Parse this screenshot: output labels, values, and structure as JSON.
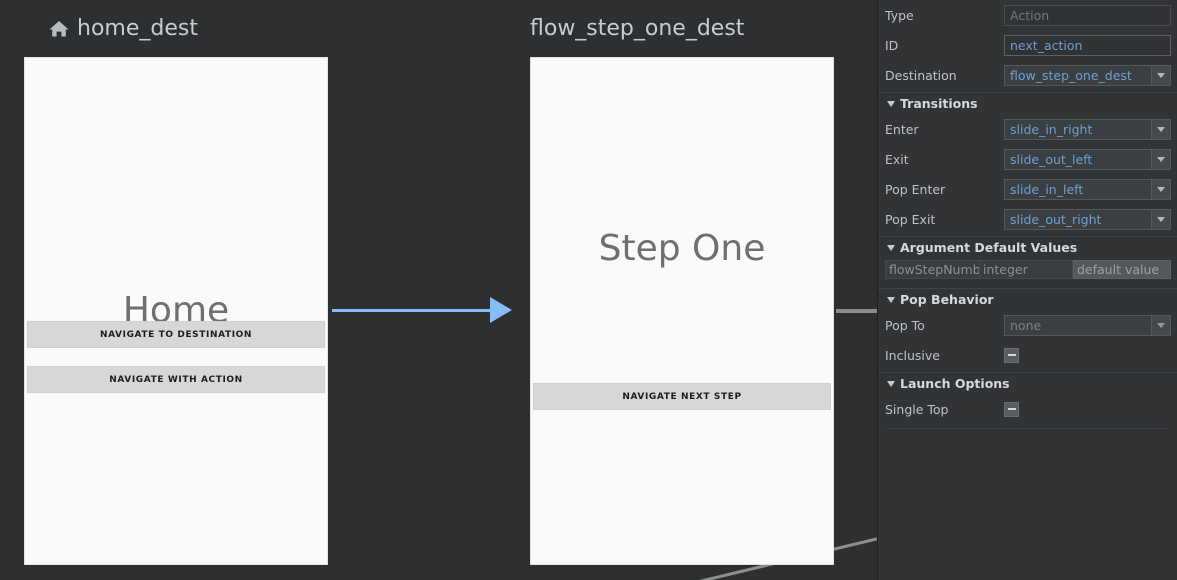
{
  "canvas": {
    "destinations": [
      {
        "id": "dest-home",
        "title": "home_dest",
        "icon": "home-icon",
        "screen_label": "Home",
        "buttons": [
          "NAVIGATE TO DESTINATION",
          "NAVIGATE WITH ACTION"
        ]
      },
      {
        "id": "dest-flow",
        "title": "flow_step_one_dest",
        "icon": "",
        "screen_label": "Step One",
        "buttons": [
          "NAVIGATE NEXT STEP"
        ]
      }
    ],
    "connector_color": "#86bdf7",
    "connector_gray_color": "#8b8d8f"
  },
  "inspector": {
    "type": {
      "label": "Type",
      "value": "",
      "placeholder": "Action"
    },
    "id": {
      "label": "ID",
      "value": "next_action"
    },
    "destination": {
      "label": "Destination",
      "value": "flow_step_one_dest"
    },
    "transitions": {
      "title": "Transitions",
      "rows": [
        {
          "label": "Enter",
          "value": "slide_in_right"
        },
        {
          "label": "Exit",
          "value": "slide_out_left"
        },
        {
          "label": "Pop Enter",
          "value": "slide_in_left"
        },
        {
          "label": "Pop Exit",
          "value": "slide_out_right"
        }
      ]
    },
    "arguments": {
      "title": "Argument Default Values",
      "rows": [
        {
          "name": "flowStepNumbe",
          "type": "integer",
          "default_value": "default value"
        }
      ]
    },
    "pop_behavior": {
      "title": "Pop Behavior",
      "pop_to": {
        "label": "Pop To",
        "value": "none"
      },
      "inclusive": {
        "label": "Inclusive",
        "state": "indeterminate"
      }
    },
    "launch_options": {
      "title": "Launch Options",
      "single_top": {
        "label": "Single Top",
        "state": "indeterminate"
      }
    },
    "accent_color": "#6d9fd4"
  }
}
